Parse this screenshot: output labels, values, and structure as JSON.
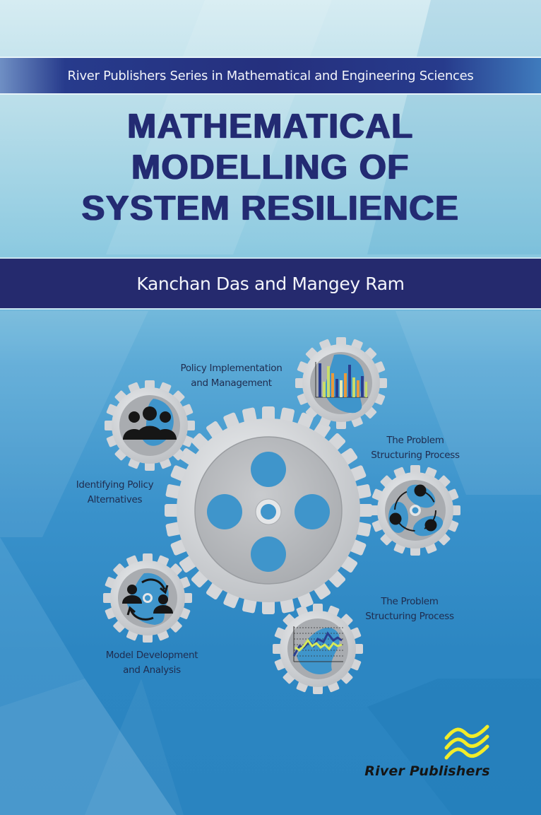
{
  "series": {
    "text": "River Publishers Series in Mathematical and Engineering Sciences"
  },
  "title": {
    "lines": [
      "MATHEMATICAL",
      "MODELLING OF",
      "SYSTEM RESILIENCE"
    ]
  },
  "authors": {
    "text": "Kanchan Das and Mangey Ram"
  },
  "diagram": {
    "labels": {
      "policy_impl": [
        "Policy Implementation",
        "and Management"
      ],
      "problem_struct_1": [
        "The Problem",
        "Structuring Process"
      ],
      "identifying": [
        "Identifying Policy",
        "Alternatives"
      ],
      "problem_struct_2": [
        "The Problem",
        "Structuring Process"
      ],
      "model_dev": [
        "Model Development",
        "and Analysis"
      ]
    },
    "icons": {
      "policy_impl": "bar-chart-icon",
      "identifying": "group-people-icon",
      "problem_struct_1": "connected-nodes-icon",
      "problem_struct_2": "line-chart-icon",
      "model_dev": "people-exchange-icon",
      "center": "large-gear-icon"
    }
  },
  "publisher": {
    "name": "River Publishers"
  },
  "colors": {
    "navy": "#252a6e",
    "title_navy": "#232b73",
    "sky_top": "#d6ecf2",
    "blue_bottom": "#2a84c0",
    "gear_silver": "#d4d6d9",
    "logo_yellow": "#f2ec2a"
  }
}
